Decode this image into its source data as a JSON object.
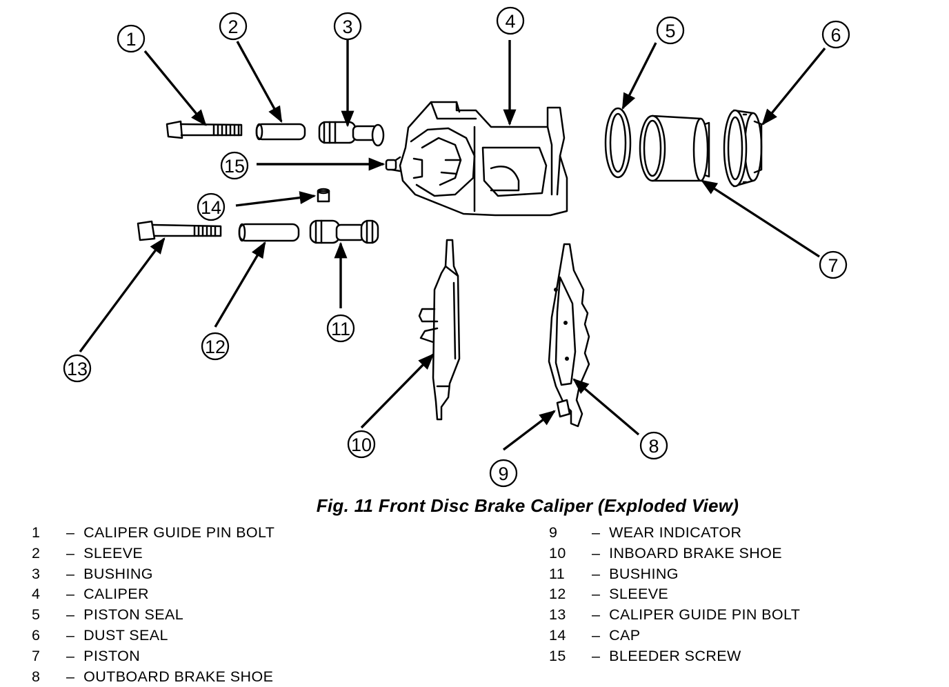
{
  "figure": {
    "caption": "Fig. 11 Front Disc Brake Caliper (Exploded View)",
    "callouts": [
      "1",
      "2",
      "3",
      "4",
      "5",
      "6",
      "7",
      "8",
      "9",
      "10",
      "11",
      "12",
      "13",
      "14",
      "15"
    ],
    "legend": [
      {
        "num": "1",
        "dash": "–",
        "label": "CALIPER GUIDE PIN BOLT"
      },
      {
        "num": "2",
        "dash": "–",
        "label": "SLEEVE"
      },
      {
        "num": "3",
        "dash": "–",
        "label": "BUSHING"
      },
      {
        "num": "4",
        "dash": "–",
        "label": "CALIPER"
      },
      {
        "num": "5",
        "dash": "–",
        "label": "PISTON SEAL"
      },
      {
        "num": "6",
        "dash": "–",
        "label": "DUST SEAL"
      },
      {
        "num": "7",
        "dash": "–",
        "label": "PISTON"
      },
      {
        "num": "8",
        "dash": "–",
        "label": "OUTBOARD BRAKE SHOE"
      },
      {
        "num": "9",
        "dash": "–",
        "label": "WEAR INDICATOR"
      },
      {
        "num": "10",
        "dash": "–",
        "label": "INBOARD BRAKE SHOE"
      },
      {
        "num": "11",
        "dash": "–",
        "label": "BUSHING"
      },
      {
        "num": "12",
        "dash": "–",
        "label": "SLEEVE"
      },
      {
        "num": "13",
        "dash": "–",
        "label": "CALIPER GUIDE PIN BOLT"
      },
      {
        "num": "14",
        "dash": "–",
        "label": "CAP"
      },
      {
        "num": "15",
        "dash": "–",
        "label": "BLEEDER SCREW"
      }
    ]
  }
}
